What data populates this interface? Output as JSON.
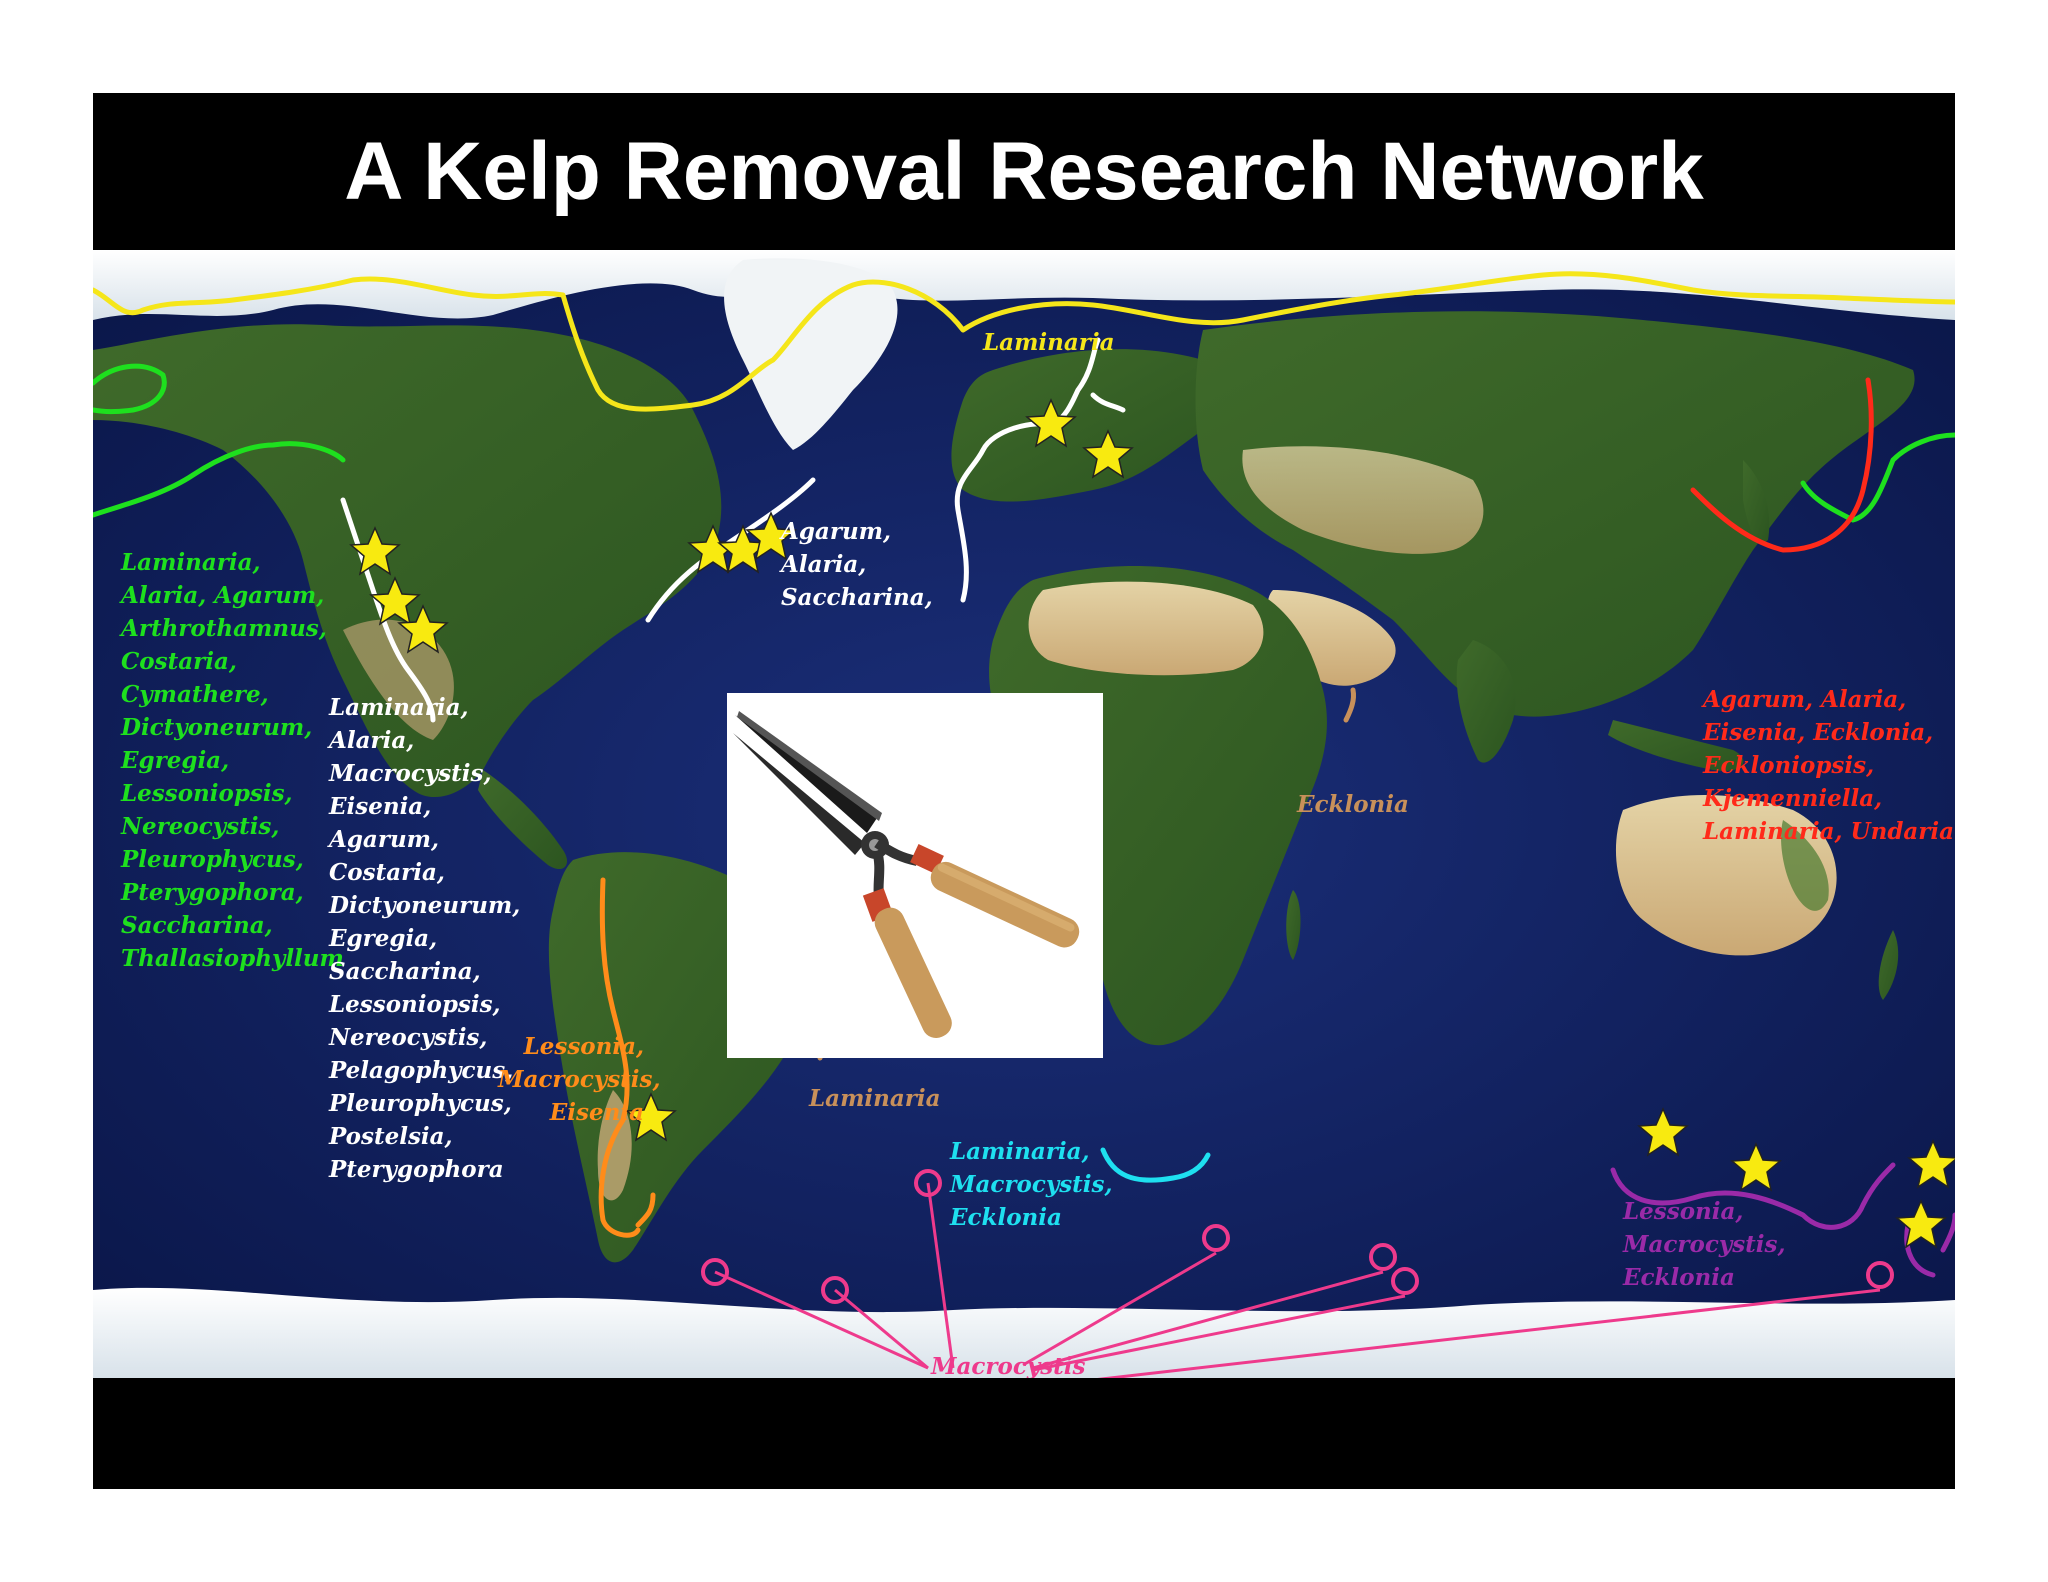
{
  "title": "A Kelp Removal Research Network",
  "labels": {
    "arctic_atlantic": "Laminaria",
    "ne_pacific_green": "Laminaria,\nAlaria, Agarum,\nArthrothamnus,\nCostaria,\nCymathere,\nDictyoneurum,\nEgregia,\nLessoniopsis,\nNereocystis,\nPleurophycus,\nPterygophora,\nSaccharina,\nThallasiophyllum",
    "ne_pacific_white": "Laminaria,\nAlaria,\nMacrocystis,\nEisenia,\nAgarum,\nCostaria,\nDictyoneurum,\nEgregia,\nSaccharina,\nLessoniopsis,\nNereocystis,\nPelagophycus,\nPleurophycus,\nPostelsia,\nPterygophora",
    "nw_atlantic": "Agarum,\nAlaria,\nSaccharina,",
    "chile": "Lessonia,\nMacrocystis,\nEisenia",
    "brazil": "Laminaria",
    "south_africa": "Laminaria,\nMacrocystis,\nEcklonia",
    "arabia": "Ecklonia",
    "nw_pacific": "Agarum, Alaria,\nEisenia, Ecklonia,\nEckloniopsis,\nKjemenniella,\nLaminaria, Undaria",
    "australasia": "Lessonia,\nMacrocystis,\nEcklonia",
    "southern_ocean": "Macrocystis"
  },
  "colors": {
    "green": "#1ee01e",
    "white": "#ffffff",
    "yellow": "#f5e61a",
    "orange": "#ff8c1a",
    "tan": "#c8905a",
    "cyan": "#1ee0f0",
    "red": "#ff2a1a",
    "purple": "#9a2aa8",
    "pink": "#ee3a8c",
    "ocean": "#0e1f5c",
    "star": "#f8ea10"
  },
  "icons": [
    "star-icon",
    "shears-icon"
  ]
}
